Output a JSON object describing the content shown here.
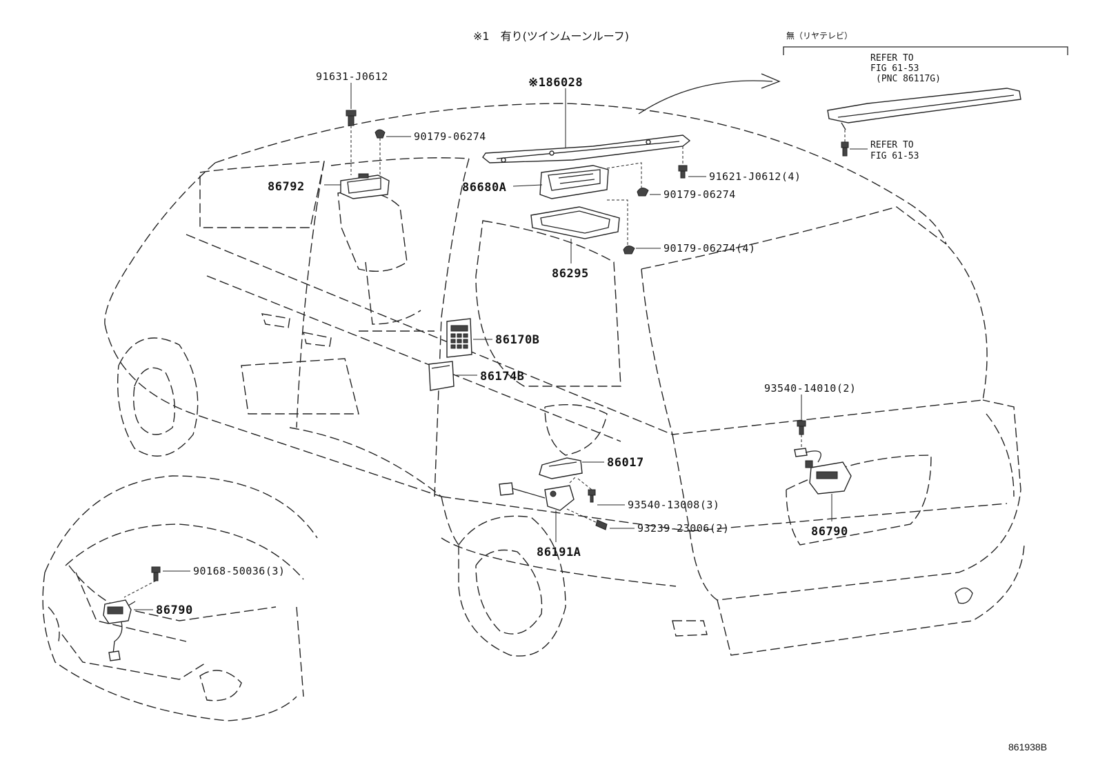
{
  "header": {
    "note_variant": "※1　有り(ツインムーンルーフ)",
    "note_rear_tv": "無（リヤテレビ）",
    "refer_block": [
      "REFER TO",
      "FIG 61-53",
      "(PNC 86117G)"
    ],
    "refer_block2": [
      "REFER TO",
      "FIG 61-53"
    ]
  },
  "labels": {
    "p91631": "91631-J0612",
    "p86028": "※186028",
    "p90179a": "90179-06274",
    "p86792": "86792",
    "p86680A": "86680A",
    "p91621": "91621-J0612(4)",
    "p90179b": "90179-06274",
    "p90179c": "90179-06274(4)",
    "p86295": "86295",
    "p86170B": "86170B",
    "p86174B": "86174B",
    "p93540a": "93540-14010(2)",
    "p86017": "86017",
    "p93540b": "93540-13008(3)",
    "p93239": "93239-23006(2)",
    "p86191A": "86191A",
    "p86790r": "86790",
    "p90168": "90168-50036(3)",
    "p86790f": "86790"
  },
  "footer": {
    "figure_code": "861938B"
  }
}
